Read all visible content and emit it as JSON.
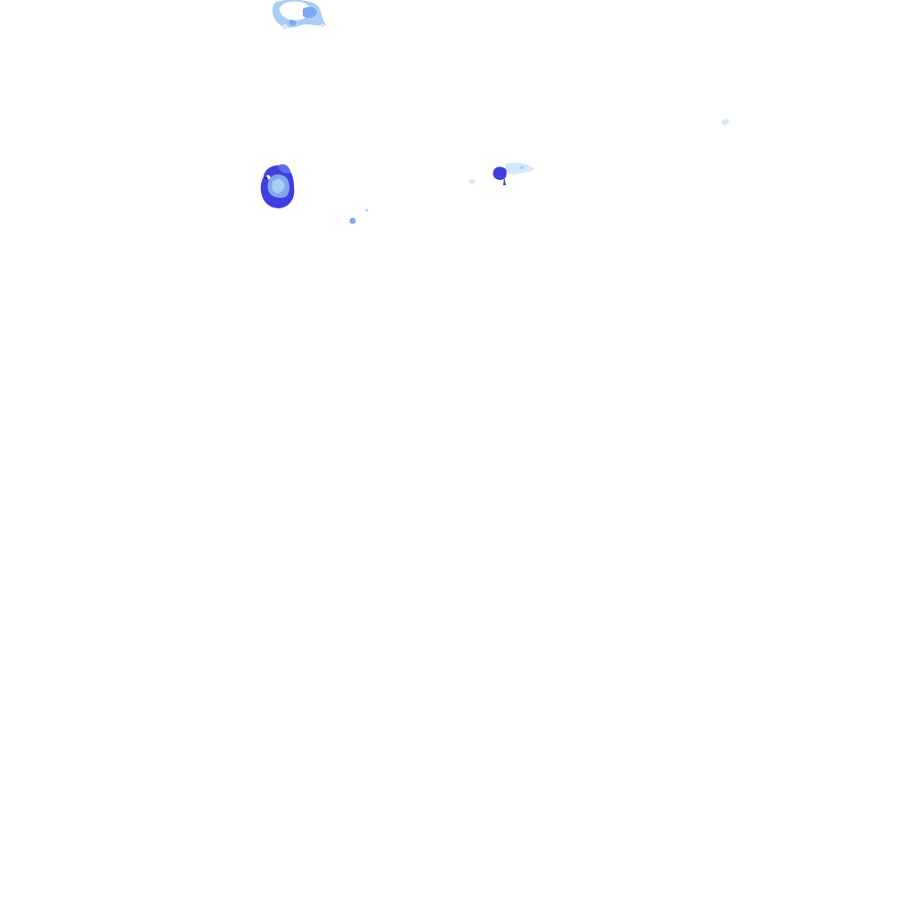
{
  "map": {
    "type": "precipitation-radar-overlay",
    "background_color": "#ffffff",
    "palette": {
      "very_light": "#d6e8fb",
      "light": "#a9cdf6",
      "medium_light": "#7fa8f0",
      "medium": "#5a70e8",
      "strong": "#3f3fe0",
      "core": "#2a2ad0"
    },
    "echoes": [
      {
        "id": "cell-north",
        "intensity": "light"
      },
      {
        "id": "cell-west",
        "intensity": "strong"
      },
      {
        "id": "cell-center",
        "intensity": "medium"
      },
      {
        "id": "cell-small-west",
        "intensity": "medium_light"
      },
      {
        "id": "cell-far-east",
        "intensity": "very_light"
      }
    ]
  }
}
